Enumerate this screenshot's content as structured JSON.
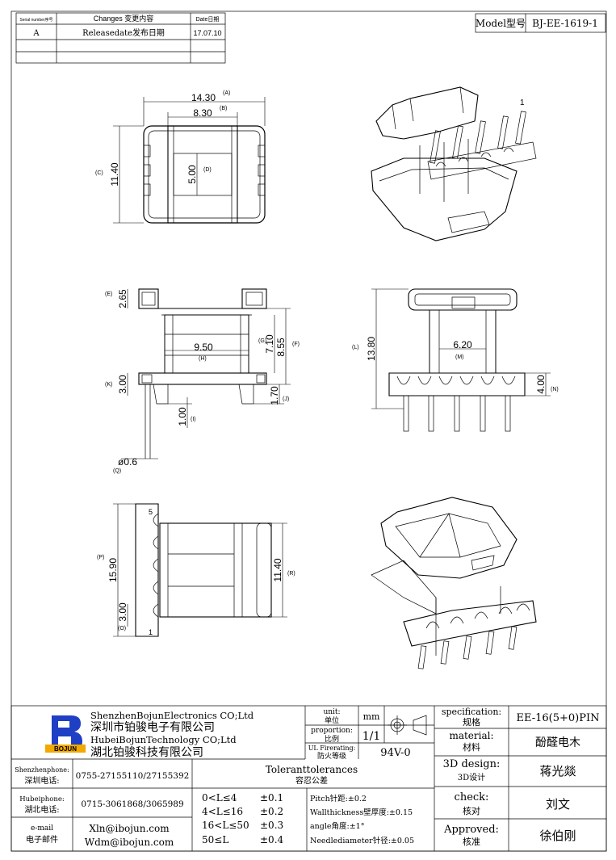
{
  "revision_table": {
    "headers": [
      "Serial number序号",
      "Changes 变更内容",
      "Date日期"
    ],
    "rows": [
      [
        "A",
        "Releasedate发布日期",
        "17.07.10"
      ],
      [
        "",
        "",
        ""
      ],
      [
        "",
        "",
        ""
      ]
    ]
  },
  "model": {
    "label": "Model型号",
    "value": "BJ-EE-1619-1"
  },
  "top_view": {
    "dim_a": "14.30",
    "dim_a_tag": "(A)",
    "dim_b": "8.30",
    "dim_b_tag": "(B)",
    "dim_c": "11.40",
    "dim_c_tag": "(C)",
    "dim_d": "5.00",
    "dim_d_tag": "(D)"
  },
  "front_view": {
    "dim_e": "2.65",
    "dim_e_tag": "(E)",
    "dim_f": "8.55",
    "dim_f_tag": "(F)",
    "dim_g": "7.10",
    "dim_g_tag": "(G)",
    "dim_h": "9.50",
    "dim_h_tag": "(H)",
    "dim_i": "1.00",
    "dim_i_tag": "(I)",
    "dim_j": "1.70",
    "dim_j_tag": "(J)",
    "dim_k": "3.00",
    "dim_k_tag": "(K)",
    "dim_q": "ø0.6",
    "dim_q_tag": "(Q)"
  },
  "side_view": {
    "dim_l": "13.80",
    "dim_l_tag": "(L)",
    "dim_m": "6.20",
    "dim_m_tag": "(M)",
    "dim_n": "4.00",
    "dim_n_tag": "(N)"
  },
  "bottom_view": {
    "dim_p": "15.90",
    "dim_p_tag": "(P)",
    "dim_r": "11.40",
    "dim_r_tag": "(R)",
    "dim_o": "3.00",
    "dim_o_tag": "(O)",
    "pin_top": "5",
    "pin_bottom": "1"
  },
  "iso_top": {
    "pin_label": "1"
  },
  "title_block": {
    "logo_text": "BOJUN",
    "company_en_1": "ShenzhenBojunElectronics CO;Ltd",
    "company_cn_1": "深圳市铂骏电子有限公司",
    "company_en_2": "HubeiBojunTechnology CO;Ltd",
    "company_cn_2": "湖北铂骏科技有限公司",
    "unit_label_en": "unit:",
    "unit_label_cn": "单位",
    "unit_value": "mm",
    "proportion_en": "proportion:",
    "proportion_cn": "比例",
    "proportion_value": "1/1",
    "ul_en": "UL Firerating:",
    "ul_cn": "防火等级",
    "ul_value": "94V-0",
    "spec_en": "specification:",
    "spec_cn": "规格",
    "spec_value": "EE-16(5+0)PIN",
    "material_en": "material:",
    "material_cn": "材料",
    "material_value": "酚醛电木",
    "design_en": "3D design:",
    "design_cn": "3D设计",
    "design_value": "蒋光燚",
    "check_en": "check:",
    "check_cn": "核对",
    "check_value": "刘文",
    "approved_en": "Approved:",
    "approved_cn": "核准",
    "approved_value": "徐伯刚",
    "sz_phone_en": "Shenzhenphone:",
    "sz_phone_cn": "深圳电话:",
    "sz_phone": "0755-27155110/27155392",
    "hb_phone_en": "Hubeiphone:",
    "hb_phone_cn": "湖北电话:",
    "hb_phone": "0715-3061868/3065989",
    "email_en": "e-mail",
    "email_cn": "电子邮件",
    "email_1": "Xln@ibojun.com",
    "email_2": "Wdm@ibojun.com",
    "tol_title_en": "Toleranttolerances",
    "tol_title_cn": "容忍公差",
    "tol_rows": [
      {
        "range": "0<L≤4",
        "tol": "±0.1"
      },
      {
        "range": "4<L≤16",
        "tol": "±0.2"
      },
      {
        "range": "16<L≤50",
        "tol": "±0.3"
      },
      {
        "range": "50≤L",
        "tol": "±0.4"
      }
    ],
    "tol_notes": [
      "Pitch针距:±0.2",
      "Wallthickness壁厚度:±0.15",
      "angle角度:±1°",
      "Needlediameter针径:±0.05"
    ]
  }
}
